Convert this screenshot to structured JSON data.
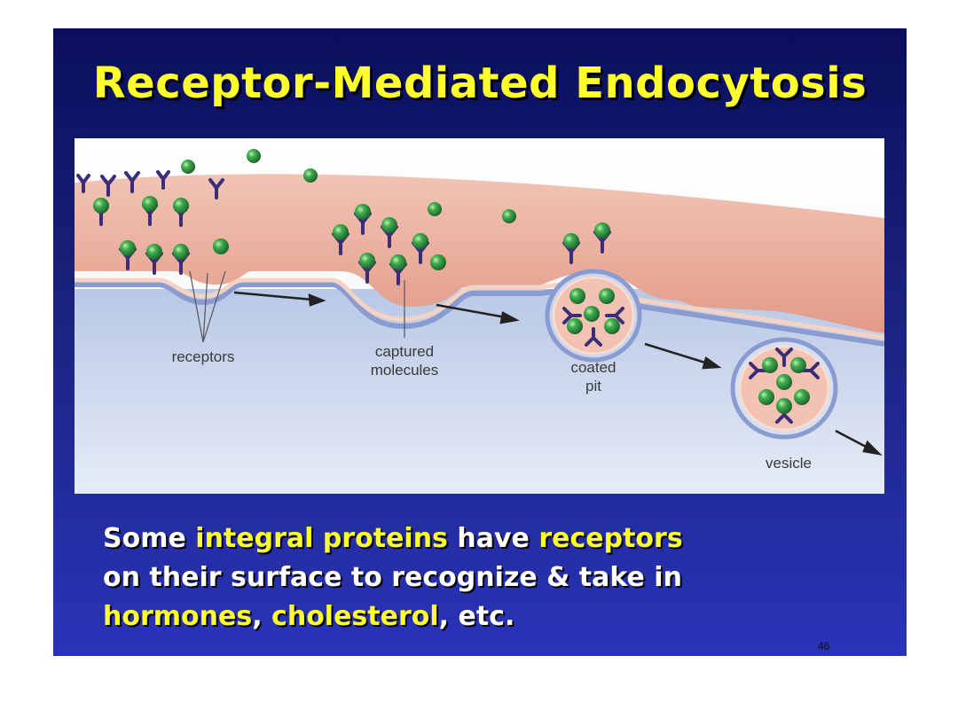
{
  "slide": {
    "title": "Receptor-Mediated Endocytosis",
    "page_number": "46"
  },
  "diagram": {
    "labels": {
      "receptors": "receptors",
      "captured_line1": "captured",
      "captured_line2": "molecules",
      "coated_line1": "coated",
      "coated_line2": "pit",
      "vesicle": "vesicle"
    }
  },
  "body": {
    "line1": [
      {
        "text": "Some ",
        "highlight": false
      },
      {
        "text": "integral proteins",
        "highlight": true
      },
      {
        "text": " have ",
        "highlight": false
      },
      {
        "text": "receptors",
        "highlight": true
      }
    ],
    "line2": [
      {
        "text": "on their surface to recognize & take in",
        "highlight": false
      }
    ],
    "line3": [
      {
        "text": "hormones",
        "highlight": true
      },
      {
        "text": ", ",
        "highlight": false
      },
      {
        "text": "cholesterol",
        "highlight": true
      },
      {
        "text": ", etc.",
        "highlight": false
      }
    ]
  },
  "colors": {
    "title": "#ffff2e",
    "highlight": "#ffff2e",
    "body_text": "#ffffff",
    "membrane": "#e8a898",
    "cytoplasm": "#c8d4ec",
    "receptor": "#3b2d7a",
    "molecule": "#2f9a45"
  }
}
